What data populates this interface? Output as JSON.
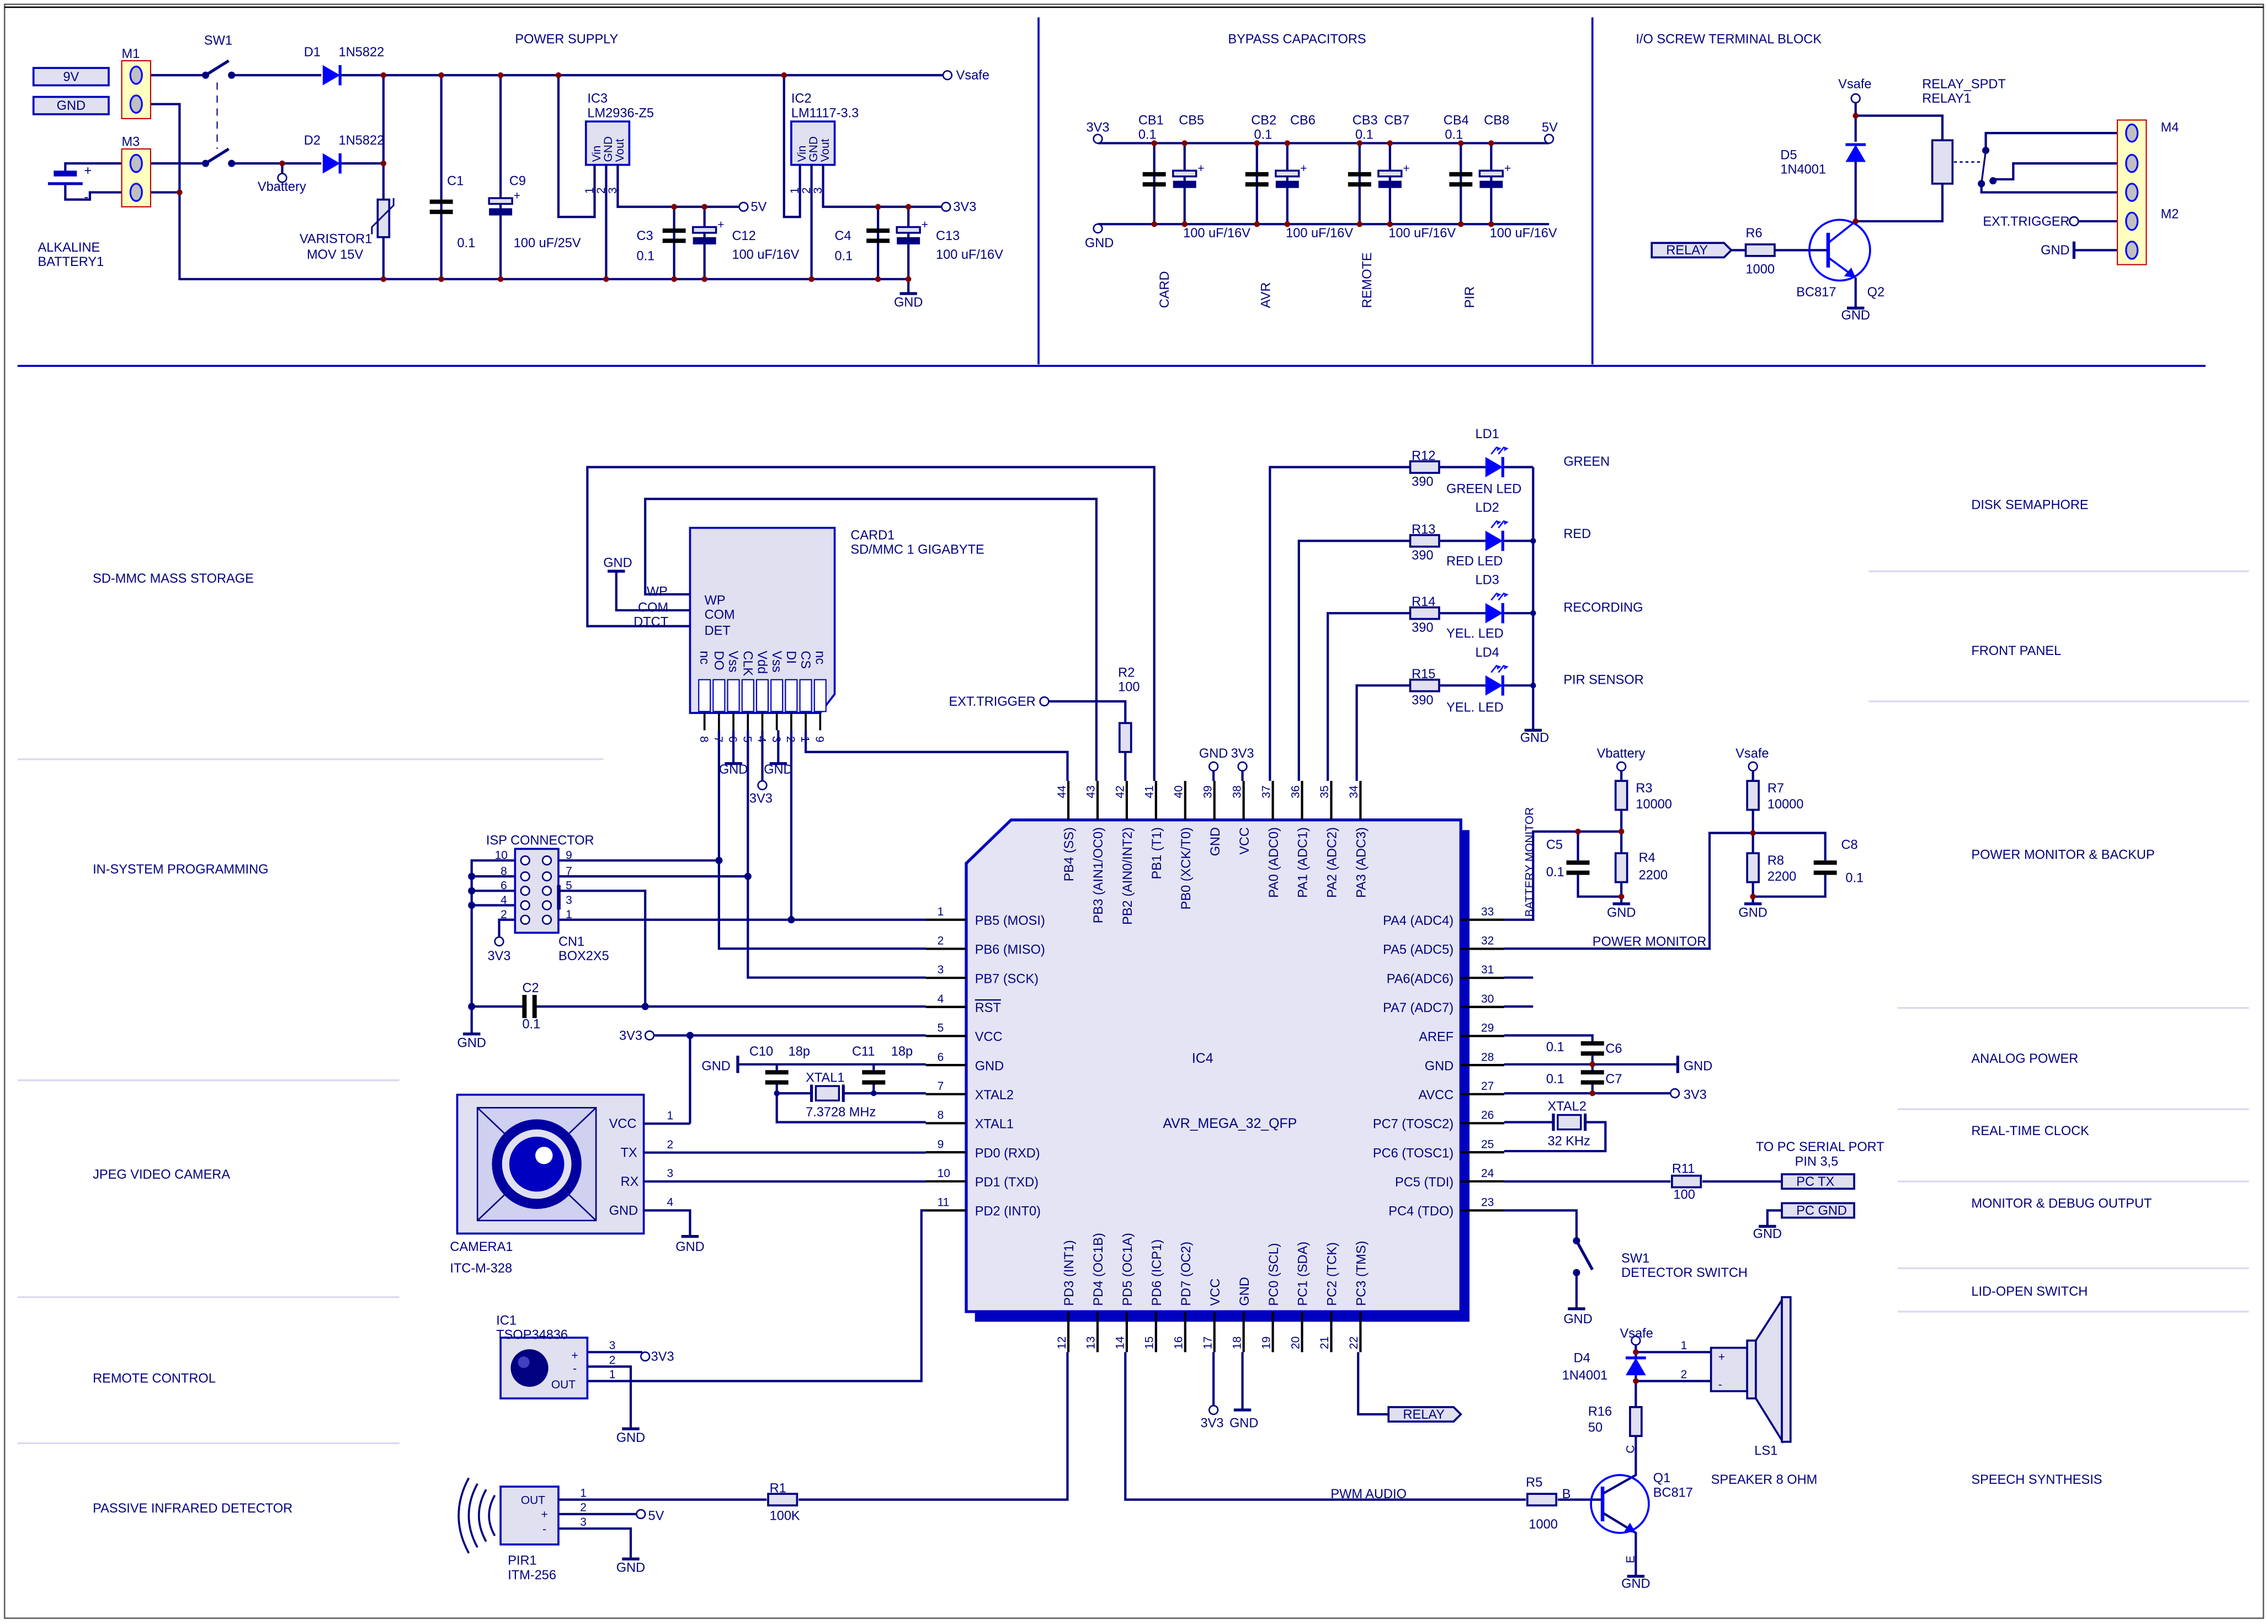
{
  "colors": {
    "wire": "#000080",
    "component_fill": "#e0e0f0",
    "junction": "#800000",
    "terminal": "#ffffc0",
    "led_diode": "#0000ff",
    "chip_shadow": "#0000c0"
  },
  "power_supply": {
    "title": "POWER SUPPLY",
    "m1": "M1",
    "m3": "M3",
    "in_9v": "9V",
    "in_gnd": "GND",
    "sw1": "SW1",
    "d1": "D1",
    "d1_val": "1N5822",
    "d2": "D2",
    "d2_val": "1N5822",
    "vbattery": "Vbattery",
    "vsafe": "Vsafe",
    "battery_a": "ALKALINE",
    "battery_b": "BATTERY1",
    "bat_plus": "+",
    "bat_minus": "-",
    "varistor": "VARISTOR1",
    "varistor_val": "MOV 15V",
    "c1": "C1",
    "c1_val": "0.1",
    "c9": "C9",
    "c9_val": "100 uF/25V",
    "ic3": "IC3",
    "ic3_val": "LM2936-Z5",
    "ic2": "IC2",
    "ic2_val": "LM1117-3.3",
    "reg_pins": [
      "Vin",
      "GND",
      "Vout"
    ],
    "pin_nums": [
      "1",
      "2",
      "3"
    ],
    "c3": "C3",
    "c3_val": "0.1",
    "c12": "C12",
    "c12_val": "100 uF/16V",
    "c4": "C4",
    "c4_val": "0.1",
    "c13": "C13",
    "c13_val": "100 uF/16V",
    "out_5v": "5V",
    "out_3v3": "3V3",
    "gnd": "GND"
  },
  "bypass": {
    "title": "BYPASS CAPACITORS",
    "v3v3": "3V3",
    "v5": "5V",
    "gnd": "GND",
    "caps": [
      {
        "a": "CB1",
        "a_val": "0.1",
        "b": "CB5",
        "b_val": "100 uF/16V",
        "group": "CARD"
      },
      {
        "a": "CB2",
        "a_val": "0.1",
        "b": "CB6",
        "b_val": "100 uF/16V",
        "group": "AVR"
      },
      {
        "a": "CB3",
        "a_val": "0.1",
        "b": "CB7",
        "b_val": "100 uF/16V",
        "group": "REMOTE"
      },
      {
        "a": "CB4",
        "a_val": "0.1",
        "b": "CB8",
        "b_val": "100 uF/16V",
        "group": "PIR"
      }
    ]
  },
  "io_terminal": {
    "title": "I/O SCREW TERMINAL BLOCK",
    "vsafe": "Vsafe",
    "relay_type": "RELAY_SPDT",
    "relay_ref": "RELAY1",
    "d5": "D5",
    "d5_val": "1N4001",
    "m4": "M4",
    "m2": "M2",
    "ext_trigger": "EXT.TRIGGER",
    "gnd": "GND",
    "relay_tag": "RELAY",
    "r6": "R6",
    "r6_val": "1000",
    "q2_val": "BC817",
    "q2": "Q2",
    "q2_gnd": "GND"
  },
  "side_labels": {
    "left": [
      "SD-MMC MASS STORAGE",
      "IN-SYSTEM PROGRAMMING",
      "JPEG VIDEO CAMERA",
      "REMOTE CONTROL",
      "PASSIVE INFRARED DETECTOR"
    ],
    "right": [
      "DISK SEMAPHORE",
      "FRONT PANEL",
      "POWER MONITOR & BACKUP",
      "ANALOG POWER",
      "REAL-TIME CLOCK",
      "MONITOR & DEBUG OUTPUT",
      "LID-OPEN SWITCH",
      "SPEECH SYNTHESIS"
    ]
  },
  "sd_card": {
    "ref": "CARD1",
    "part": "SD/MMC 1 GIGABYTE",
    "gnd": "GND",
    "ext_pins": [
      "WP",
      "COM",
      "DTCT"
    ],
    "int_pins": [
      "WP",
      "COM",
      "DET"
    ],
    "pin_names": [
      "nc",
      "DO",
      "Vss",
      "CLK",
      "Vdd",
      "Vss",
      "DI",
      "CS",
      "nc"
    ],
    "pin_nums": [
      "8",
      "7",
      "6",
      "5",
      "4",
      "3",
      "2",
      "1",
      "9"
    ],
    "gnd1": "GND",
    "gnd2": "GND",
    "vdd": "3V3",
    "ext_trigger": "EXT.TRIGGER",
    "r2": "R2",
    "r2_val": "100"
  },
  "isp": {
    "title": "ISP CONNECTOR",
    "left_nums": [
      "10",
      "8",
      "6",
      "4",
      "2"
    ],
    "right_nums": [
      "9",
      "7",
      "5",
      "3",
      "1"
    ],
    "ref": "CN1",
    "part": "BOX2X5",
    "v3v3": "3V3",
    "gnd": "GND",
    "c2": "C2",
    "c2_val": "0.1"
  },
  "clock": {
    "v3v3": "3V3",
    "gnd": "GND",
    "c10": "C10",
    "c10_val": "18p",
    "c11": "C11",
    "c11_val": "18p",
    "xtal": "XTAL1",
    "xtal_val": "7.3728 MHz"
  },
  "mcu": {
    "ref": "IC4",
    "part": "AVR_MEGA_32_QFP",
    "top_gnd": "GND",
    "top_3v3": "3V3",
    "bot_3v3": "3V3",
    "bot_gnd": "GND",
    "left": [
      {
        "n": "1",
        "name": "PB5 (MOSI)"
      },
      {
        "n": "2",
        "name": "PB6 (MISO)"
      },
      {
        "n": "3",
        "name": "PB7 (SCK)"
      },
      {
        "n": "4",
        "name": "RST",
        "overline": true
      },
      {
        "n": "5",
        "name": "VCC"
      },
      {
        "n": "6",
        "name": "GND"
      },
      {
        "n": "7",
        "name": "XTAL2"
      },
      {
        "n": "8",
        "name": "XTAL1"
      },
      {
        "n": "9",
        "name": "PD0 (RXD)"
      },
      {
        "n": "10",
        "name": "PD1 (TXD)"
      },
      {
        "n": "11",
        "name": "PD2 (INT0)"
      }
    ],
    "right": [
      {
        "n": "33",
        "name": "PA4 (ADC4)"
      },
      {
        "n": "32",
        "name": "PA5 (ADC5)"
      },
      {
        "n": "31",
        "name": "PA6(ADC6)"
      },
      {
        "n": "30",
        "name": "PA7 (ADC7)"
      },
      {
        "n": "29",
        "name": "AREF"
      },
      {
        "n": "28",
        "name": "GND"
      },
      {
        "n": "27",
        "name": "AVCC"
      },
      {
        "n": "26",
        "name": "PC7 (TOSC2)"
      },
      {
        "n": "25",
        "name": "PC6 (TOSC1)"
      },
      {
        "n": "24",
        "name": "PC5 (TDI)"
      },
      {
        "n": "23",
        "name": "PC4 (TDO)"
      }
    ],
    "top": [
      {
        "n": "44",
        "name": "PB4 (SS)"
      },
      {
        "n": "43",
        "name": "PB3 (AIN1/OC0)"
      },
      {
        "n": "42",
        "name": "PB2 (AIN0/INT2)"
      },
      {
        "n": "41",
        "name": "PB1 (T1)"
      },
      {
        "n": "40",
        "name": "PB0 (XCK/T0)"
      },
      {
        "n": "39",
        "name": "GND"
      },
      {
        "n": "38",
        "name": "VCC"
      },
      {
        "n": "37",
        "name": "PA0 (ADC0)"
      },
      {
        "n": "36",
        "name": "PA1 (ADC1)"
      },
      {
        "n": "35",
        "name": "PA2 (ADC2)"
      },
      {
        "n": "34",
        "name": "PA3 (ADC3)"
      }
    ],
    "bottom": [
      {
        "n": "12",
        "name": "PD3 (INT1)"
      },
      {
        "n": "13",
        "name": "PD4 (OC1B)"
      },
      {
        "n": "14",
        "name": "PD5 (OC1A)"
      },
      {
        "n": "15",
        "name": "PD6 (ICP1)"
      },
      {
        "n": "16",
        "name": "PD7 (OC2)"
      },
      {
        "n": "17",
        "name": "VCC"
      },
      {
        "n": "18",
        "name": "GND"
      },
      {
        "n": "19",
        "name": "PC0 (SCL)"
      },
      {
        "n": "20",
        "name": "PC1 (SDA)"
      },
      {
        "n": "21",
        "name": "PC2 (TCK)"
      },
      {
        "n": "22",
        "name": "PC3 (TMS)"
      }
    ]
  },
  "camera": {
    "ref": "CAMERA1",
    "part": "ITC-M-328",
    "pins": [
      "VCC",
      "TX",
      "RX",
      "GND"
    ],
    "pin_nums": [
      "1",
      "2",
      "3",
      "4"
    ],
    "gnd": "GND"
  },
  "remote": {
    "ref": "IC1",
    "part": "TSOP34836",
    "pins": [
      "+",
      "-",
      "OUT"
    ],
    "pin_nums": [
      "3",
      "2",
      "1"
    ],
    "v3v3": "3V3",
    "gnd": "GND"
  },
  "pir": {
    "ref": "PIR1",
    "part": "ITM-256",
    "pins": [
      "OUT",
      "+",
      "-"
    ],
    "pin_nums": [
      "1",
      "2",
      "3"
    ],
    "v5": "5V",
    "gnd": "GND",
    "r1": "R1",
    "r1_val": "100K"
  },
  "leds": {
    "gnd": "GND",
    "rows": [
      {
        "r": "R12",
        "r_val": "390",
        "ld": "LD1",
        "led": "GREEN LED",
        "label": "GREEN"
      },
      {
        "r": "R13",
        "r_val": "390",
        "ld": "LD2",
        "led": "RED LED",
        "label": "RED"
      },
      {
        "r": "R14",
        "r_val": "390",
        "ld": "LD3",
        "led": "YEL. LED",
        "label": "RECORDING"
      },
      {
        "r": "R15",
        "r_val": "390",
        "ld": "LD4",
        "led": "YEL. LED",
        "label": "PIR SENSOR"
      }
    ]
  },
  "power_monitor": {
    "battery_monitor": "BATTERY MONITOR",
    "power_monitor": "POWER MONITOR",
    "vbattery": "Vbattery",
    "vsafe": "Vsafe",
    "r3": "R3",
    "r3_val": "10000",
    "r4": "R4",
    "r4_val": "2200",
    "c5": "C5",
    "c5_val": "0.1",
    "r7": "R7",
    "r7_val": "10000",
    "r8": "R8",
    "r8_val": "2200",
    "c8": "C8",
    "c8_val": "0.1",
    "gnd1": "GND",
    "gnd2": "GND"
  },
  "analog": {
    "c6": "C6",
    "c6_val": "0.1",
    "c7": "C7",
    "c7_val": "0.1",
    "gnd": "GND",
    "v3v3": "3V3"
  },
  "rtc": {
    "xtal": "XTAL2",
    "xtal_val": "32 KHz"
  },
  "debug": {
    "note1": "TO PC SERIAL PORT",
    "note2": "PIN 3,5",
    "r11": "R11",
    "r11_val": "100",
    "pc_tx": "PC TX",
    "pc_gnd": "PC GND",
    "gnd": "GND"
  },
  "lid_switch": {
    "ref": "SW1",
    "part": "DETECTOR SWITCH",
    "gnd": "GND"
  },
  "speech": {
    "pwm_audio": "PWM AUDIO",
    "relay_tag": "RELAY",
    "r5": "R5",
    "r5_val": "1000",
    "base": "B",
    "collector": "C",
    "emitter": "E",
    "q1": "Q1",
    "q1_val": "BC817",
    "vsafe": "Vsafe",
    "d4": "D4",
    "d4_val": "1N4001",
    "r16": "R16",
    "r16_val": "50",
    "ls1": "LS1",
    "ls1_val": "SPEAKER 8 OHM",
    "pin1": "1",
    "pin2": "2",
    "plus": "+",
    "minus": "-",
    "gnd": "GND"
  }
}
